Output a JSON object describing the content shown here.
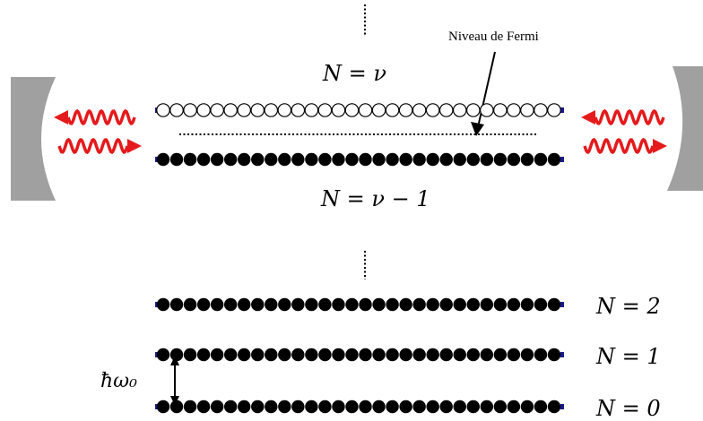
{
  "fermi_label": "Niveau de Fermi",
  "level_labels": {
    "upper": "N = ν",
    "lower": "N = ν − 1",
    "n2": "N = 2",
    "n1": "N = 1",
    "n0": "N = 0"
  },
  "gap_label": "ħω₀",
  "levels": [
    {
      "name": "level-n-nu",
      "filled": false
    },
    {
      "name": "level-n-nu-minus-1",
      "filled": true
    },
    {
      "name": "level-n-2",
      "filled": true
    },
    {
      "name": "level-n-1",
      "filled": true
    },
    {
      "name": "level-n-0",
      "filled": true
    }
  ],
  "colors": {
    "photon": "#e41a1c",
    "mirror": "#a0a0a0",
    "electron": "#000000",
    "edge": "#1a1a8c"
  }
}
